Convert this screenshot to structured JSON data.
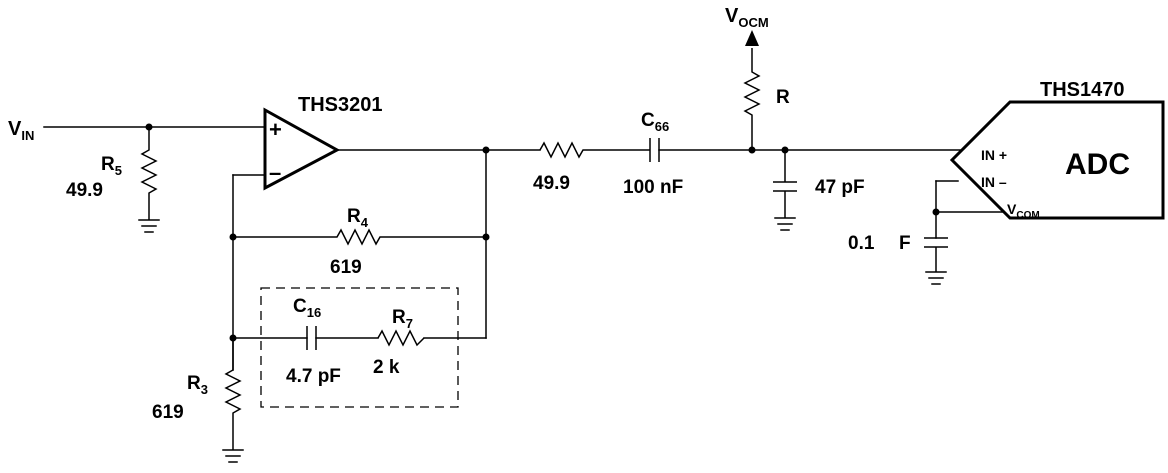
{
  "labels": {
    "vin": {
      "main": "V",
      "sub": "IN"
    },
    "vocm": {
      "main": "V",
      "sub": "OCM"
    },
    "opamp_name": "THS3201",
    "opamp_plus": "+",
    "opamp_minus": "–",
    "adc_name": "THS1470",
    "adc_body": "ADC",
    "adc_in_plus": "IN +",
    "adc_in_minus": "IN –",
    "adc_vcom": {
      "main": "V",
      "sub": "COM"
    }
  },
  "components": {
    "r5": {
      "name": "R",
      "sub": "5",
      "value": "49.9"
    },
    "r4": {
      "name": "R",
      "sub": "4",
      "value": "619"
    },
    "r3": {
      "name": "R",
      "sub": "3",
      "value": "619"
    },
    "c16": {
      "name": "C",
      "sub": "16",
      "value": "4.7 pF"
    },
    "r7": {
      "name": "R",
      "sub": "7",
      "value": "2 k"
    },
    "r_series": {
      "value": "49.9"
    },
    "c66": {
      "name": "C",
      "sub": "66",
      "value": "100 nF"
    },
    "r_vocm": {
      "name": "R"
    },
    "c_filter": {
      "value": "47 pF"
    },
    "c_vcom": {
      "value_left": "0.1",
      "value_right": "F"
    }
  }
}
